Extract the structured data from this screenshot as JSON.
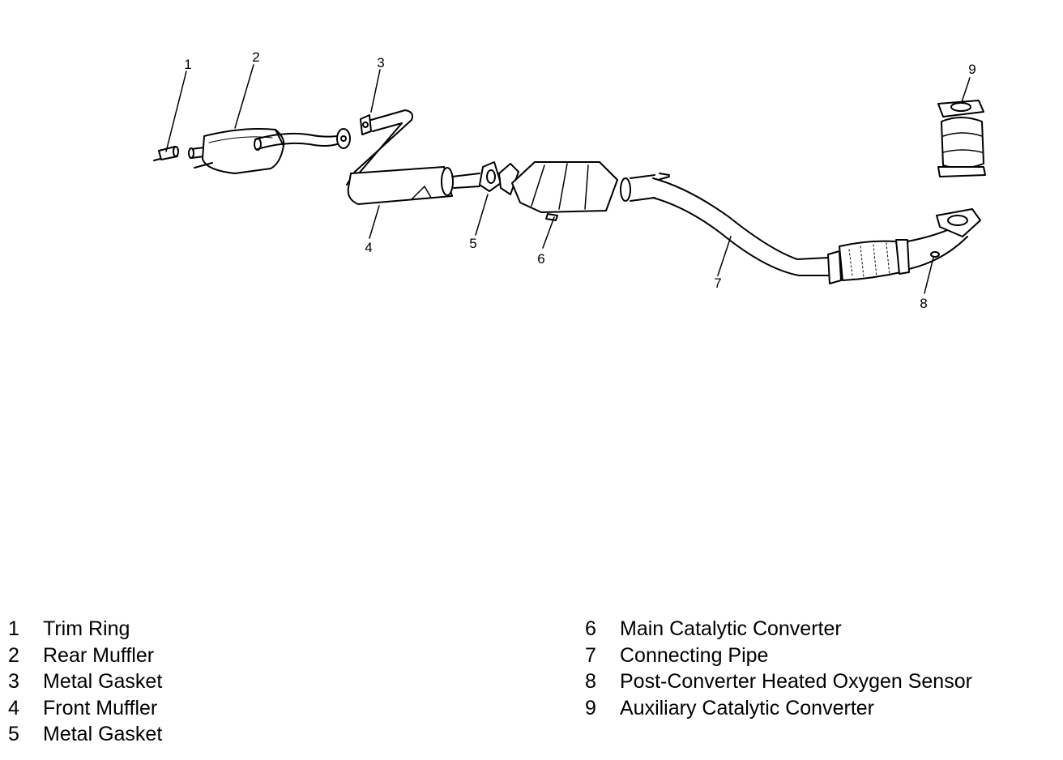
{
  "callouts": [
    "1",
    "2",
    "3",
    "4",
    "5",
    "6",
    "7",
    "8",
    "9"
  ],
  "legend": [
    {
      "num": "1",
      "label": "Trim Ring"
    },
    {
      "num": "2",
      "label": "Rear Muffler"
    },
    {
      "num": "3",
      "label": "Metal Gasket"
    },
    {
      "num": "4",
      "label": "Front Muffler"
    },
    {
      "num": "5",
      "label": "Metal Gasket"
    },
    {
      "num": "6",
      "label": "Main Catalytic Converter"
    },
    {
      "num": "7",
      "label": "Connecting Pipe"
    },
    {
      "num": "8",
      "label": "Post-Converter Heated Oxygen Sensor"
    },
    {
      "num": "9",
      "label": "Auxiliary Catalytic Converter"
    }
  ]
}
